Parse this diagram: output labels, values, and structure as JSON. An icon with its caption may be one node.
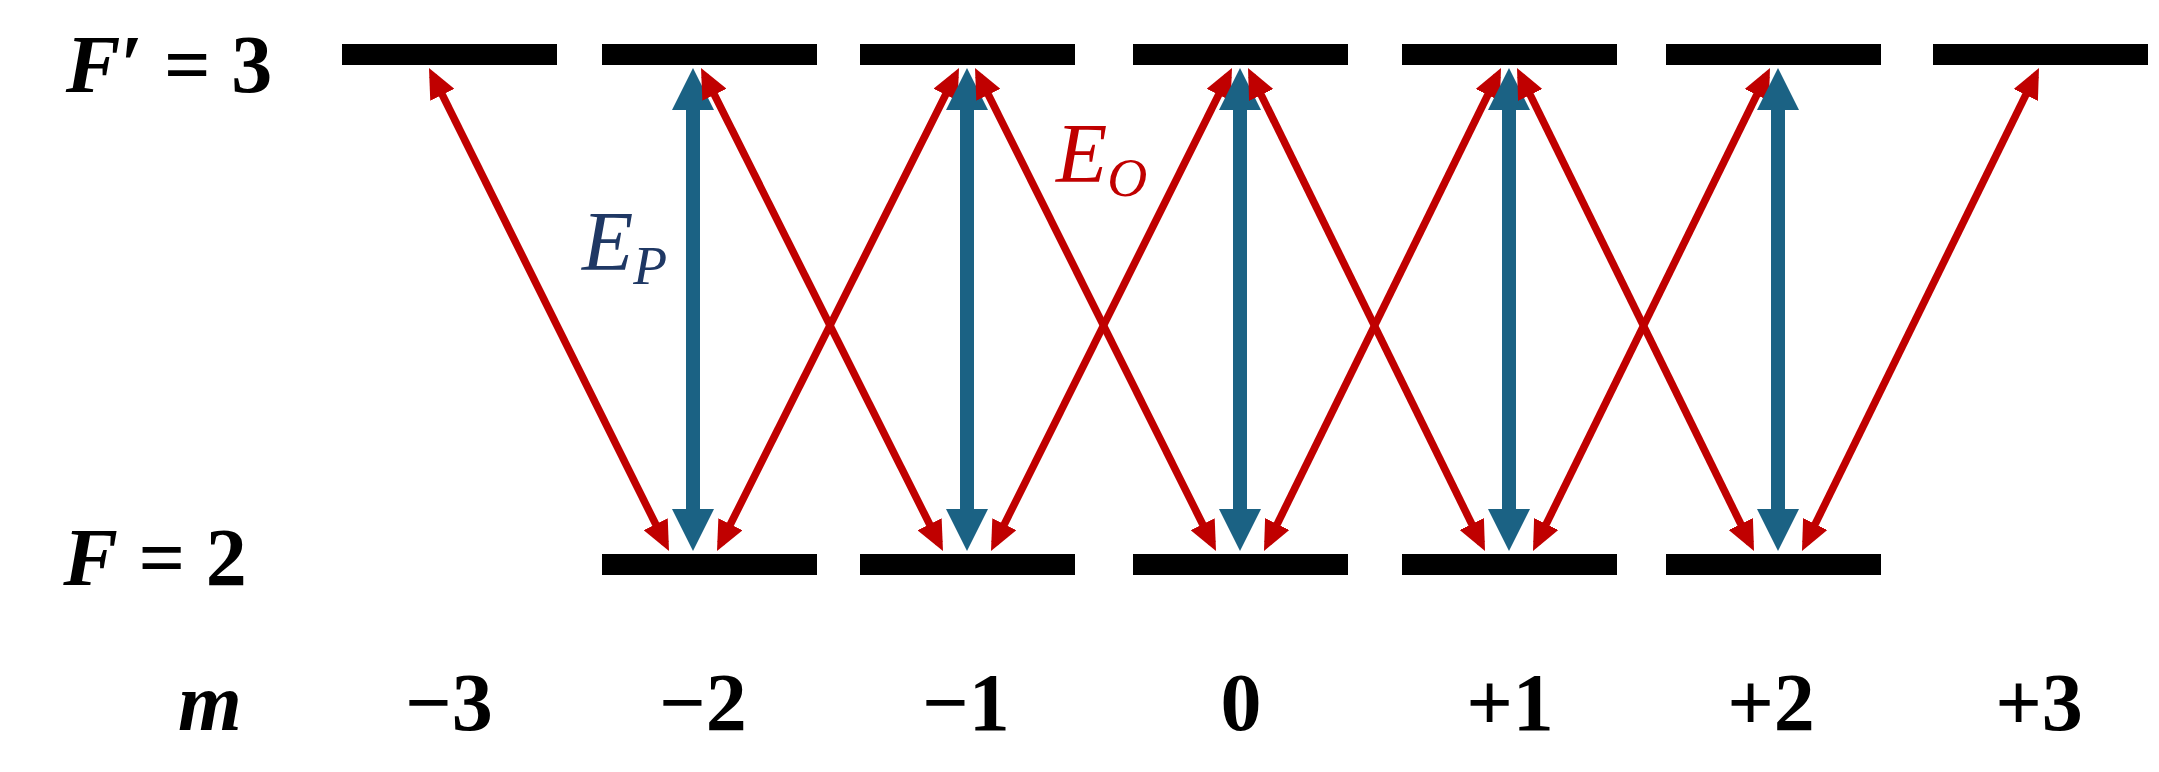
{
  "diagram": {
    "nodes": [
      {
        "text": [],
        "shape": "bar"
      },
      {
        "text": [],
        "shape": "bar"
      },
      {
        "text": [],
        "shape": "bar"
      },
      {
        "text": [],
        "shape": "bar"
      },
      {
        "text": [],
        "shape": "bar"
      },
      {
        "text": [],
        "shape": "bar"
      },
      {
        "text": [],
        "shape": "bar"
      },
      {
        "text": [],
        "shape": "bar"
      },
      {
        "text": [],
        "shape": "bar"
      },
      {
        "text": [],
        "shape": "bar"
      },
      {
        "text": [],
        "shape": "bar"
      },
      {
        "text": [],
        "shape": "bar"
      }
    ],
    "edges": [
      {
        "from": 0,
        "to": 7,
        "arrow": "both"
      },
      {
        "from": 1,
        "to": 7,
        "arrow": "both",
        "style": "thick",
        "color": "#1b6284",
        "label": "E$_{P}$"
      },
      {
        "from": 2,
        "to": 7,
        "arrow": "both"
      },
      {
        "from": 1,
        "to": 8,
        "arrow": "both"
      },
      {
        "from": 2,
        "to": 8,
        "arrow": "both",
        "style": "thick",
        "color": "#1b6284"
      },
      {
        "from": 3,
        "to": 8,
        "arrow": "both"
      },
      {
        "from": 2,
        "to": 9,
        "arrow": "both",
        "label": "E$_{O}$"
      },
      {
        "from": 3,
        "to": 9,
        "arrow": "both",
        "style": "thick",
        "color": "#1b6284"
      },
      {
        "from": 4,
        "to": 9,
        "arrow": "both"
      },
      {
        "from": 3,
        "to": 10,
        "arrow": "both"
      },
      {
        "from": 4,
        "to": 10,
        "arrow": "both",
        "style": "thick",
        "color": "#1b6284"
      },
      {
        "from": 5,
        "to": 10,
        "arrow": "both"
      },
      {
        "from": 4,
        "to": 11,
        "arrow": "both"
      },
      {
        "from": 5,
        "to": 11,
        "arrow": "both",
        "style": "thick",
        "color": "#1b6284"
      },
      {
        "from": 6,
        "to": 11,
        "arrow": "both"
      }
    ],
    "labels": [
      "*F*′ = 3",
      "*F* = 2",
      "m",
      "−3",
      "−2",
      "−1",
      "0",
      "+1",
      "+2",
      "+3"
    ]
  }
}
